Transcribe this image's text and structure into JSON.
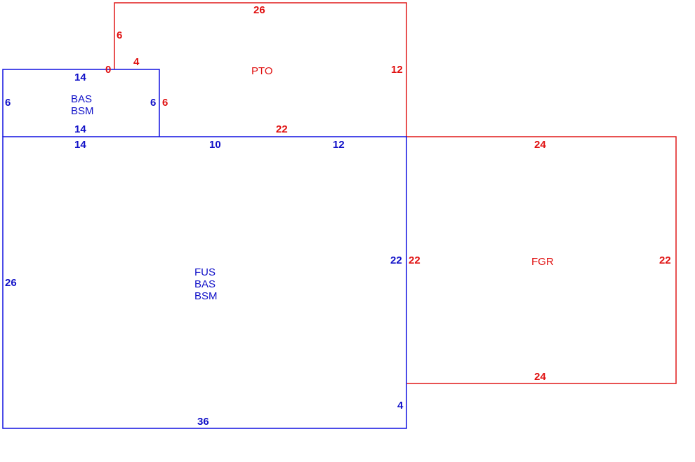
{
  "colors": {
    "living_area": "#1010c8",
    "exterior_area": "#e01010"
  },
  "areas": {
    "bas_bsm_top": {
      "lines": [
        "BAS",
        "BSM"
      ]
    },
    "pto": {
      "lines": [
        "PTO"
      ]
    },
    "fus_bas_bsm": {
      "lines": [
        "FUS",
        "BAS",
        "BSM"
      ]
    },
    "fgr": {
      "lines": [
        "FGR"
      ]
    }
  },
  "dimensions": {
    "pto_top": "26",
    "pto_left_upper": "6",
    "pto_notch_corner": "0",
    "pto_notch": "4",
    "pto_right": "12",
    "pto_left_lower": "6",
    "pto_bottom": "22",
    "bas_top": "14",
    "bas_left": "6",
    "bas_right": "6",
    "bas_bottom": "14",
    "fus_top_a": "14",
    "fus_top_b": "10",
    "fus_top_c": "12",
    "fus_left": "26",
    "fus_right_upper": "22",
    "fus_right_lower": "4",
    "fus_bottom": "36",
    "fgr_top": "24",
    "fgr_left": "22",
    "fgr_right": "22",
    "fgr_bottom": "24"
  }
}
